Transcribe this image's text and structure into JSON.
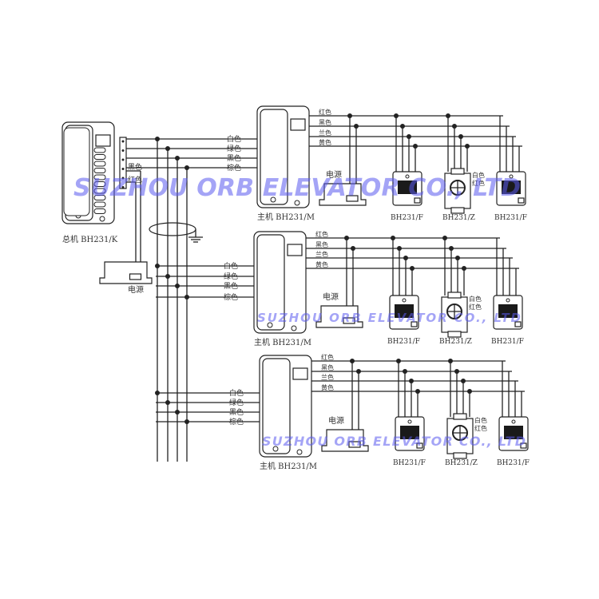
{
  "master": {
    "label": "总机 BH231/K",
    "wire_labels": [
      "黑色",
      "红色"
    ],
    "power_label": "电源"
  },
  "bus_wire_labels": [
    "白色",
    "绿色",
    "黑色",
    "棕色"
  ],
  "unit_wire_labels": [
    "红色",
    "黑色",
    "兰色",
    "黄色"
  ],
  "units": [
    {
      "host_label": "主机 BH231/M",
      "power_label": "电源",
      "devices": [
        "BH231/F",
        "BH231/Z",
        "BH231/F"
      ],
      "z_wire_labels": [
        "白色",
        "红色"
      ],
      "watermark": "SUZHOU ORB ELEVATOR CO., LTD"
    },
    {
      "host_label": "主机 BH231/M",
      "power_label": "电源",
      "devices": [
        "BH231/F",
        "BH231/Z",
        "BH231/F"
      ],
      "z_wire_labels": [
        "白色",
        "红色"
      ],
      "watermark": "SUZHOU ORB ELEVATOR CO., LTD"
    },
    {
      "host_label": "主机 BH231/M",
      "power_label": "电源",
      "devices": [
        "BH231/F",
        "BH231/Z",
        "BH231/F"
      ],
      "z_wire_labels": [
        "白色",
        "红色"
      ],
      "watermark": "SUZHOU ORB ELEVATOR CO., LTD"
    }
  ],
  "colors": {
    "line": "#222222",
    "watermark": "#5b5bf0",
    "screen": "#1a1a1a"
  }
}
